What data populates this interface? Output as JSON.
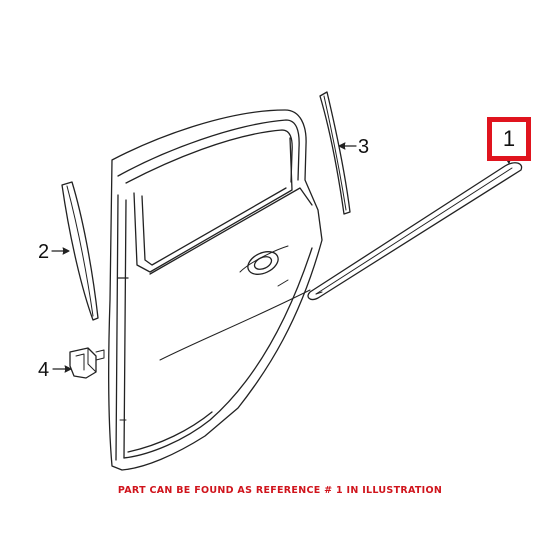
{
  "diagram": {
    "callouts": [
      {
        "id": "1",
        "label": "1",
        "highlighted": true
      },
      {
        "id": "2",
        "label": "2"
      },
      {
        "id": "3",
        "label": "3"
      },
      {
        "id": "4",
        "label": "4"
      }
    ],
    "footnote": "PART CAN BE FOUND AS REFERENCE # 1 IN ILLUSTRATION"
  },
  "colors": {
    "line": "#222222",
    "highlight": "#e0141e",
    "footnote": "#d0141c"
  }
}
